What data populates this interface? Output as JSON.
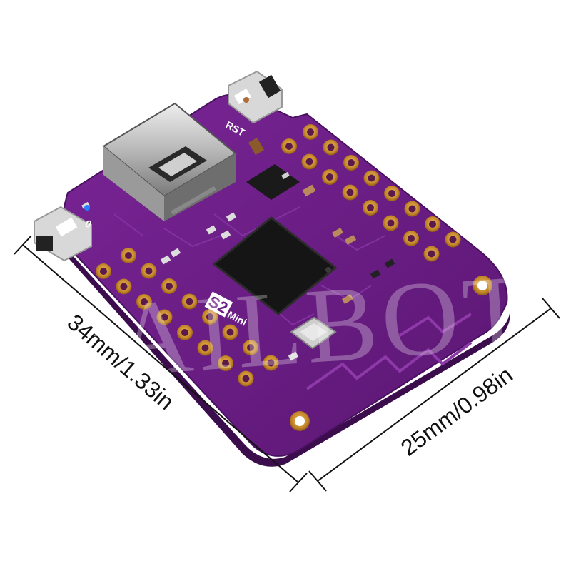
{
  "dimensions": {
    "length_label": "34mm/1.33in",
    "width_label": "25mm/0.98in"
  },
  "board": {
    "model_label_a": "S2",
    "model_label_b": "Mini",
    "reset_button_label": "RST",
    "boot_button_label": "0",
    "pcb_color": "#6a1c86",
    "pad_color": "#c7882b"
  },
  "watermark": "SAILBOT"
}
